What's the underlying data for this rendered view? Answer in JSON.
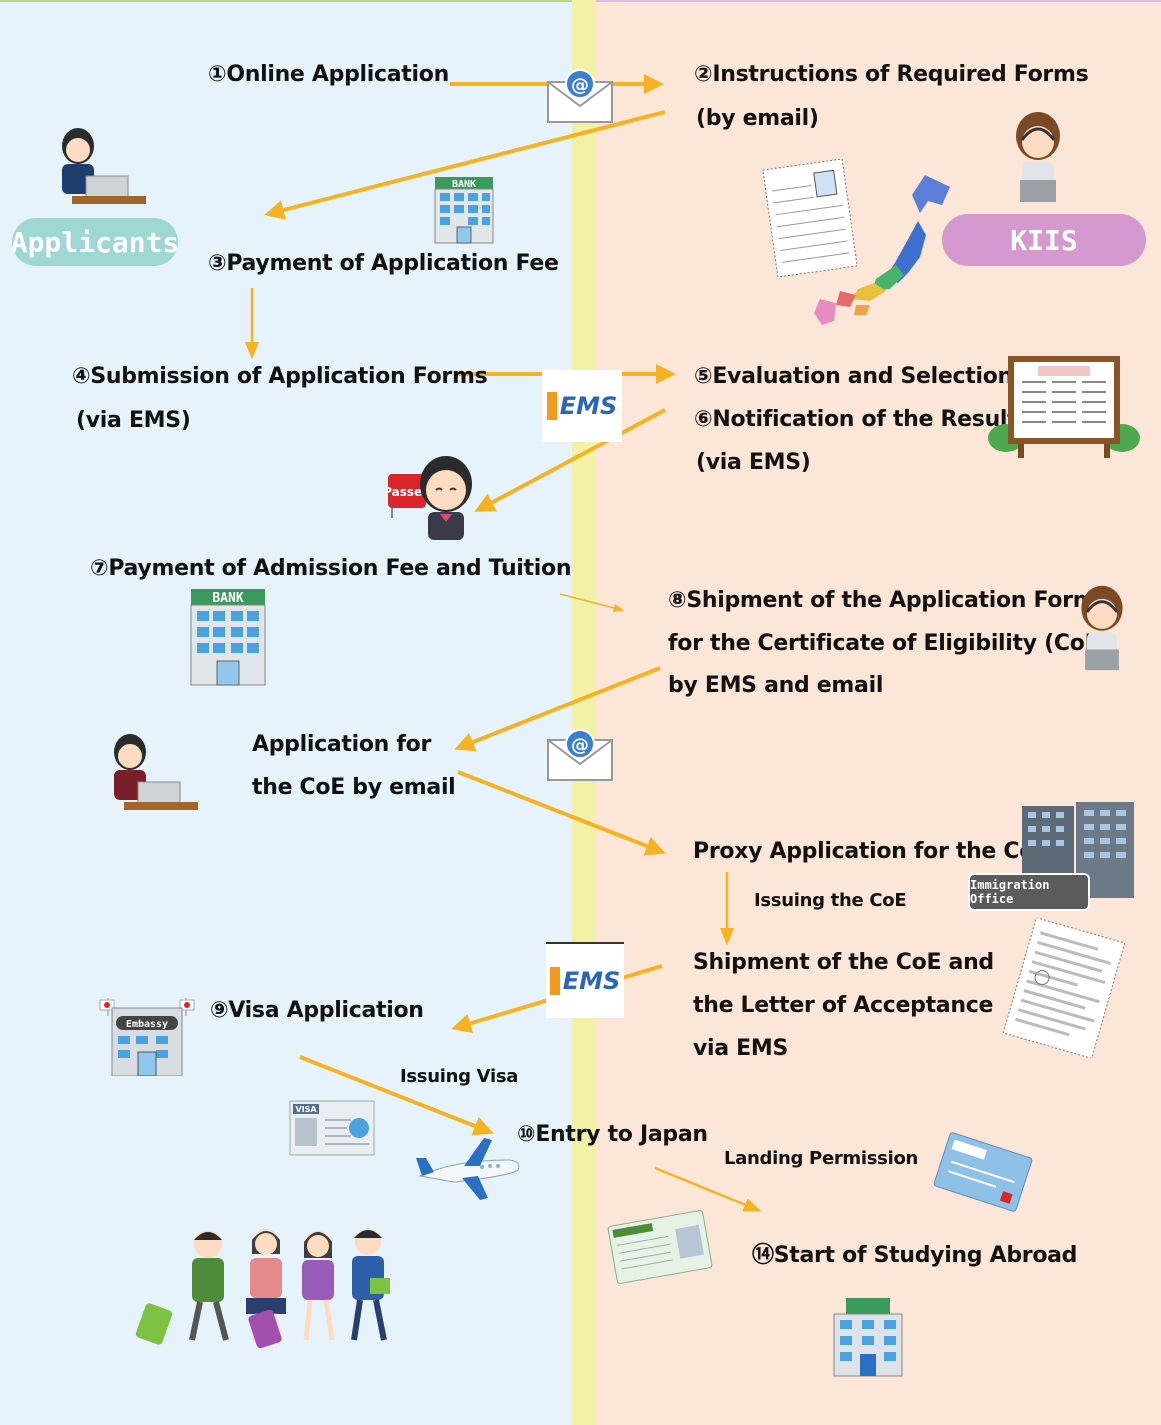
{
  "roles": {
    "applicants": "Applicants",
    "kiis": "KIIS"
  },
  "steps": {
    "s1": "①Online Application",
    "s2_l1": "②Instructions of Required Forms",
    "s2_l2": "(by email)",
    "s3": "③Payment of Application Fee",
    "s4_l1": "④Submission of Application Forms",
    "s4_l2": "(via EMS)",
    "s5": "⑤Evaluation and Selection",
    "s6_l1": "⑥Notification of the Result",
    "s6_l2": "(via EMS)",
    "s7": "⑦Payment of Admission Fee and Tuition",
    "s8_l1": "⑧Shipment of the Application Forms",
    "s8_l2": "for the Certificate of Eligibility (CoE)",
    "s8_l3": "by EMS and email",
    "coe_app_l1": "Application for",
    "coe_app_l2": "the CoE by email",
    "proxy": "Proxy Application for the CoE",
    "issuing_coe": "Issuing the CoE",
    "ship_l1": "Shipment of the CoE and",
    "ship_l2": "the Letter of Acceptance",
    "ship_l3": "via EMS",
    "s9": "⑨Visa Application",
    "issuing_visa": "Issuing Visa",
    "s10": "⑩Entry to Japan",
    "landing": "Landing Permission",
    "s14": "⑭Start of Studying Abroad"
  },
  "icon_labels": {
    "bank": "BANK",
    "ems": "EMS",
    "passed": "Passed",
    "embassy": "Embassy",
    "visa": "VISA",
    "immigration": "Immigration Office"
  },
  "colors": {
    "arrow": "#f5b324",
    "applicants_pill": "#9fd8d3",
    "kiis_pill": "#d598cf",
    "ems_red": "#d4261c"
  }
}
